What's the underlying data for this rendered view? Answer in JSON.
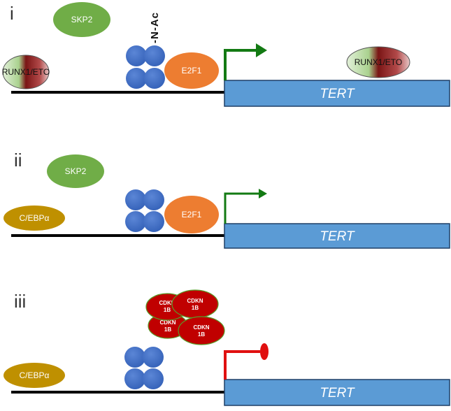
{
  "panels": [
    {
      "id": "i",
      "label": "i",
      "gene": "TERT",
      "proteins": {
        "skp2": "SKP2",
        "runx_left": "RUNX1/ETO",
        "runx_right": "RUNX1/ETO",
        "e2f1": "E2F1",
        "acetyl_mark": "-N-Ac"
      },
      "promoter_state": "active",
      "arrow_color": "#137a13"
    },
    {
      "id": "ii",
      "label": "ii",
      "gene": "TERT",
      "proteins": {
        "skp2": "SKP2",
        "cebpa": "C/EBPα",
        "e2f1": "E2F1"
      },
      "promoter_state": "active",
      "arrow_color": "#137a13"
    },
    {
      "id": "iii",
      "label": "iii",
      "gene": "TERT",
      "proteins": {
        "cebpa": "C/EBPα",
        "cdkn": [
          "CDKN",
          "1B"
        ]
      },
      "promoter_state": "repressed",
      "arrow_color": "#e01010"
    }
  ],
  "colors": {
    "gene_box": "#5b9bd5",
    "gene_border": "#1f3f66",
    "histone": "#4472c4",
    "e2f1": "#ed7d31",
    "skp2": "#70ad47",
    "cebpa": "#bf9000",
    "cdkn": "#c00000",
    "cdkn_border": "#5a9a2a",
    "runx_green": "#a9d18e",
    "runx_red": "#8b1a1a",
    "dna_line": "#000000"
  }
}
